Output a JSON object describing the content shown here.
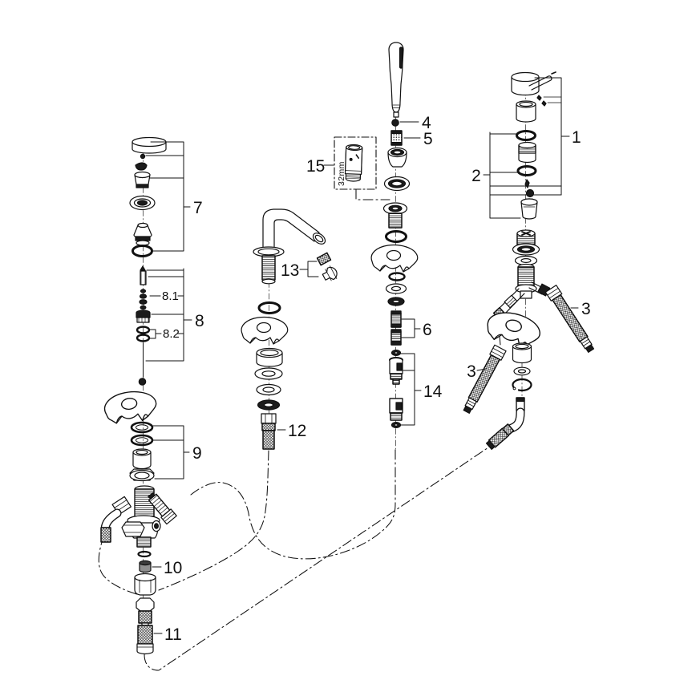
{
  "diagram": {
    "background_color": "#ffffff",
    "ink_color": "#111111",
    "callouts": {
      "c1": "1",
      "c2": "2",
      "c3_right": "3",
      "c3_left": "3",
      "c4": "4",
      "c5": "5",
      "c6": "6",
      "c7": "7",
      "c8": "8",
      "c8_1": "8.1",
      "c8_2": "8.2",
      "c9": "9",
      "c10": "10",
      "c11": "11",
      "c12": "12",
      "c13": "13",
      "c14": "14",
      "c15": "15",
      "dim_cartridge": "32mm"
    }
  }
}
